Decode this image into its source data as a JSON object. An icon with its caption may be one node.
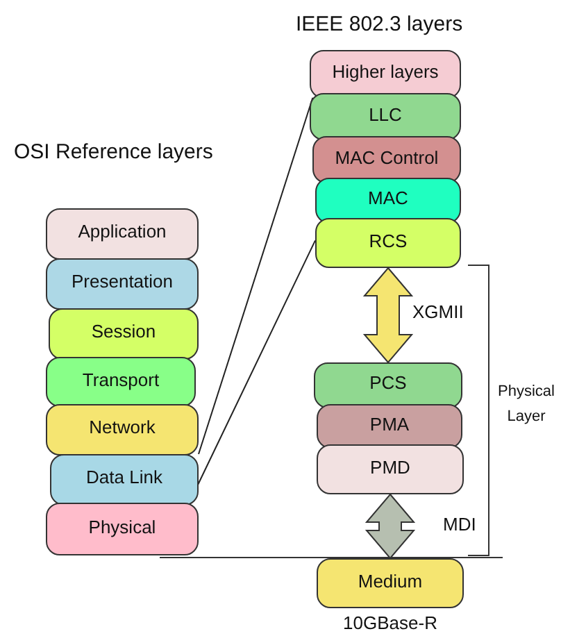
{
  "diagram": {
    "nodes": [
      {
        "text": [
          "Application"
        ]
      },
      {
        "text": [
          "Presentation"
        ]
      },
      {
        "text": [
          "Session"
        ]
      },
      {
        "text": [
          "Transport"
        ]
      },
      {
        "text": [
          "Network"
        ]
      },
      {
        "text": [
          "Data Link"
        ]
      },
      {
        "text": [
          "Physical"
        ]
      },
      {
        "text": [
          "Higher layers"
        ]
      },
      {
        "text": [
          "LLC"
        ]
      },
      {
        "text": [
          "MAC Control"
        ]
      },
      {
        "text": [
          "MAC"
        ]
      },
      {
        "text": [
          "RCS"
        ]
      },
      {
        "text": [
          "PCS"
        ]
      },
      {
        "text": [
          "PMA"
        ]
      },
      {
        "text": [
          "PMD"
        ]
      },
      {
        "text": [
          "Medium"
        ],
        "beside": [
          "10GBase-R"
        ]
      }
    ],
    "edges": [
      {
        "from": 5,
        "to": 8,
        "arrow": "none"
      },
      {
        "from": 5,
        "to": 11,
        "arrow": "none"
      },
      {
        "from": 11,
        "to": 12,
        "arrow": "both",
        "label": "XGMII",
        "style": "thick",
        "color": "#f5e571"
      },
      {
        "from": 14,
        "to": 15,
        "arrow": "both",
        "label": "MDI",
        "style": "thick",
        "color": "#b6bfb0"
      }
    ],
    "labels": [
      "IEEE 802.3 layers",
      "OSI Reference layers",
      "Physical Layer"
    ]
  }
}
